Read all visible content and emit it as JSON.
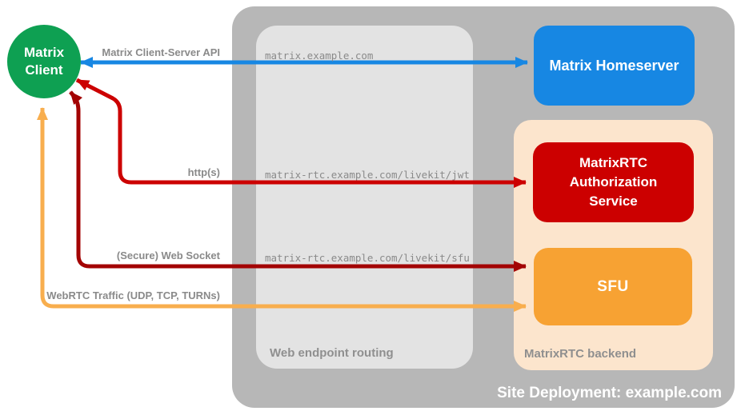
{
  "diagram": {
    "site": {
      "label": "Site Deployment: example.com",
      "bg_color": "#b7b7b7"
    },
    "routing": {
      "label": "Web endpoint routing",
      "bg_color": "#e3e3e3",
      "endpoints": {
        "homeserver": "matrix.example.com",
        "jwt": "matrix-rtc.example.com/livekit/jwt",
        "sfu": "matrix-rtc.example.com/livekit/sfu"
      }
    },
    "backend": {
      "label": "MatrixRTC backend",
      "bg_color": "#fce5cd"
    },
    "nodes": {
      "client": {
        "label": "Matrix Client",
        "color": "#0ea052"
      },
      "homeserver": {
        "label": "Matrix Homeserver",
        "color": "#1787e3"
      },
      "auth": {
        "label": "MatrixRTC Authorization Service",
        "color": "#cc0000"
      },
      "sfu": {
        "label": "SFU",
        "color": "#f7a233"
      }
    },
    "connections": {
      "cs_api": {
        "label": "Matrix Client-Server API",
        "color": "#1787e3",
        "from": "Matrix Client",
        "to": "Matrix Homeserver",
        "bidirectional": true
      },
      "http": {
        "label": "http(s)",
        "color": "#cc0000",
        "from": "Matrix Client",
        "to": "MatrixRTC Authorization Service",
        "bidirectional": true
      },
      "websocket": {
        "label": "(Secure) Web Socket",
        "color": "#a30303",
        "from": "Matrix Client",
        "to": "SFU",
        "bidirectional": true
      },
      "webrtc": {
        "label": "WebRTC Traffic (UDP, TCP, TURNs)",
        "color": "#f8ae4e",
        "from": "Matrix Client",
        "to": "SFU",
        "bidirectional": true
      }
    }
  }
}
